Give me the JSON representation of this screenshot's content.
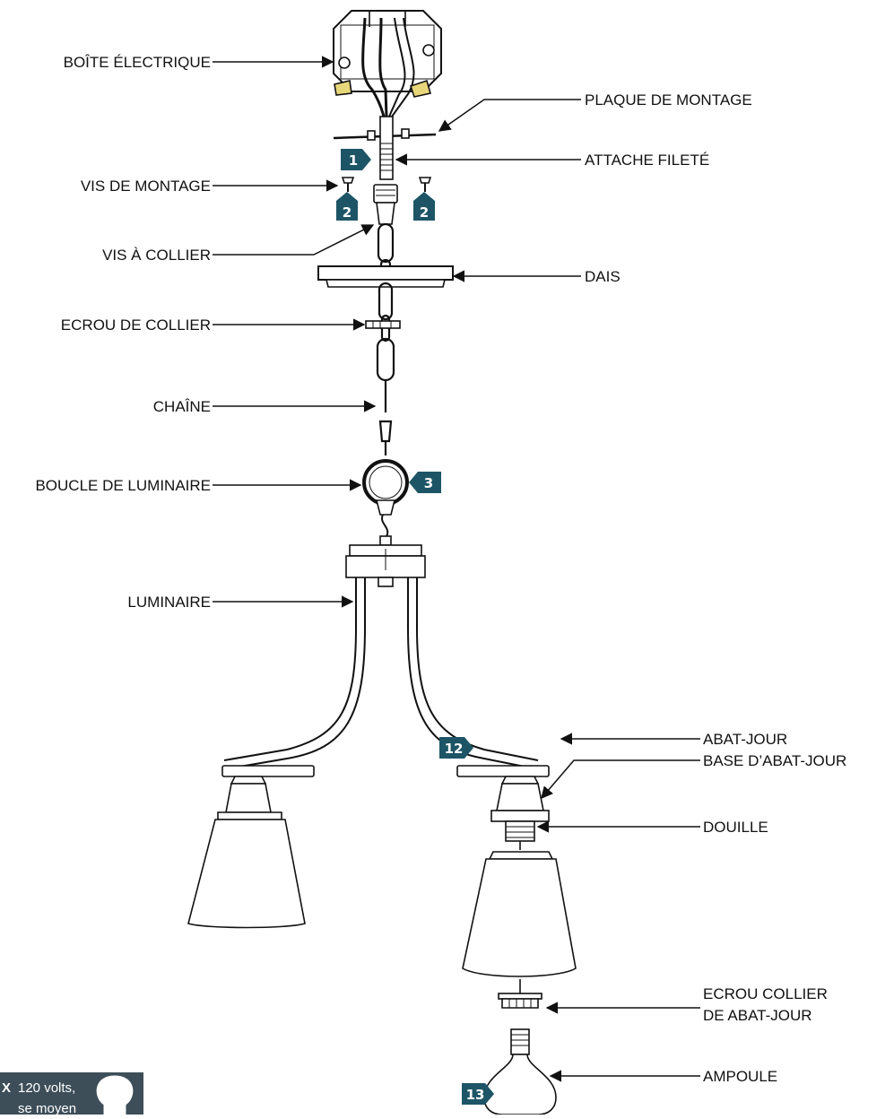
{
  "labels": {
    "boite_electrique": "BOÎTE ÉLECTRIQUE",
    "plaque_de_montage": "PLAQUE DE MONTAGE",
    "attache_filete": "ATTACHE FILETÉ",
    "vis_de_montage": "VIS DE MONTAGE",
    "vis_a_collier": "VIS À COLLIER",
    "dais": "DAIS",
    "ecrou_de_collier": "ECROU DE COLLIER",
    "chaine": "CHAÎNE",
    "boucle_de_luminaire": "BOUCLE DE LUMINAIRE",
    "luminaire": "LUMINAIRE",
    "base_abat_jour": "BASE D’ABAT-JOUR",
    "douille": "DOUILLE",
    "abat_jour": "ABAT-JOUR",
    "ecrou_collier_line1": "ECROU COLLIER",
    "ecrou_collier_line2": "DE ABAT-JOUR",
    "ampoule": "AMPOULE"
  },
  "badges": {
    "step1": "1",
    "step2a": "2",
    "step2b": "2",
    "step3": "3",
    "step12": "12",
    "step13": "13"
  },
  "note": {
    "line1_bold": "X",
    "line1": "120 volts,",
    "line2": "se moyen"
  },
  "colors": {
    "badge": "#1d5566",
    "note_bg": "#3d4e59",
    "line": "#111111"
  }
}
